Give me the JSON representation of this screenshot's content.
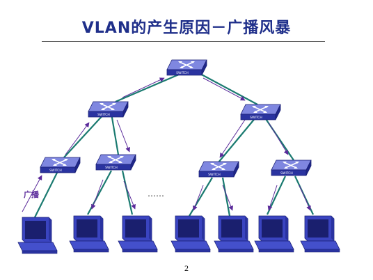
{
  "title": "VLAN的产生原因－广播风暴",
  "switch_label": "SWITCH",
  "broadcast_label": "广播",
  "ellipsis": "……",
  "page_number": "2",
  "colors": {
    "title": "#1f2f8a",
    "link": "#1a7a70",
    "arrow": "#5a2a9a",
    "switch_body": "#3540b5",
    "pc_body": "#3540b5"
  },
  "icons": {
    "switch": "network-switch-icon",
    "computer": "computer-icon"
  }
}
